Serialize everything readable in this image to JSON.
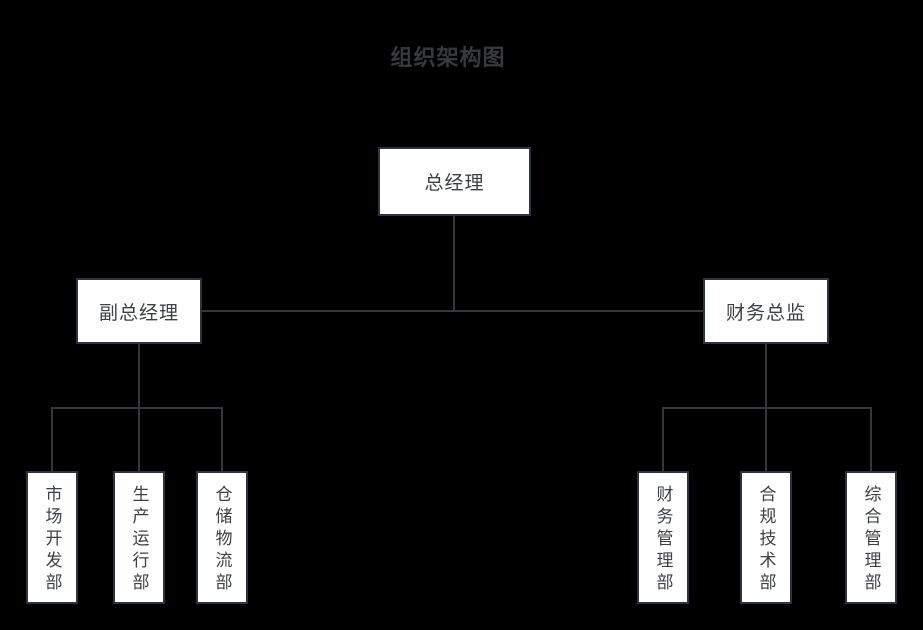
{
  "title": "组织架构图",
  "org": {
    "root": {
      "label": "总经理"
    },
    "branches": [
      {
        "manager": {
          "label": "副总经理"
        },
        "departments": [
          {
            "label": "市场开发部"
          },
          {
            "label": "生产运行部"
          },
          {
            "label": "仓储物流部"
          }
        ]
      },
      {
        "manager": {
          "label": "财务总监"
        },
        "departments": [
          {
            "label": "财务管理部"
          },
          {
            "label": "合规技术部"
          },
          {
            "label": "综合管理部"
          }
        ]
      }
    ]
  },
  "colors": {
    "background": "#000000",
    "box_fill": "#ffffff",
    "box_border": "#2d343e",
    "connector": "#34373c",
    "title_text": "#37393c",
    "node_text": "#3e4144"
  }
}
